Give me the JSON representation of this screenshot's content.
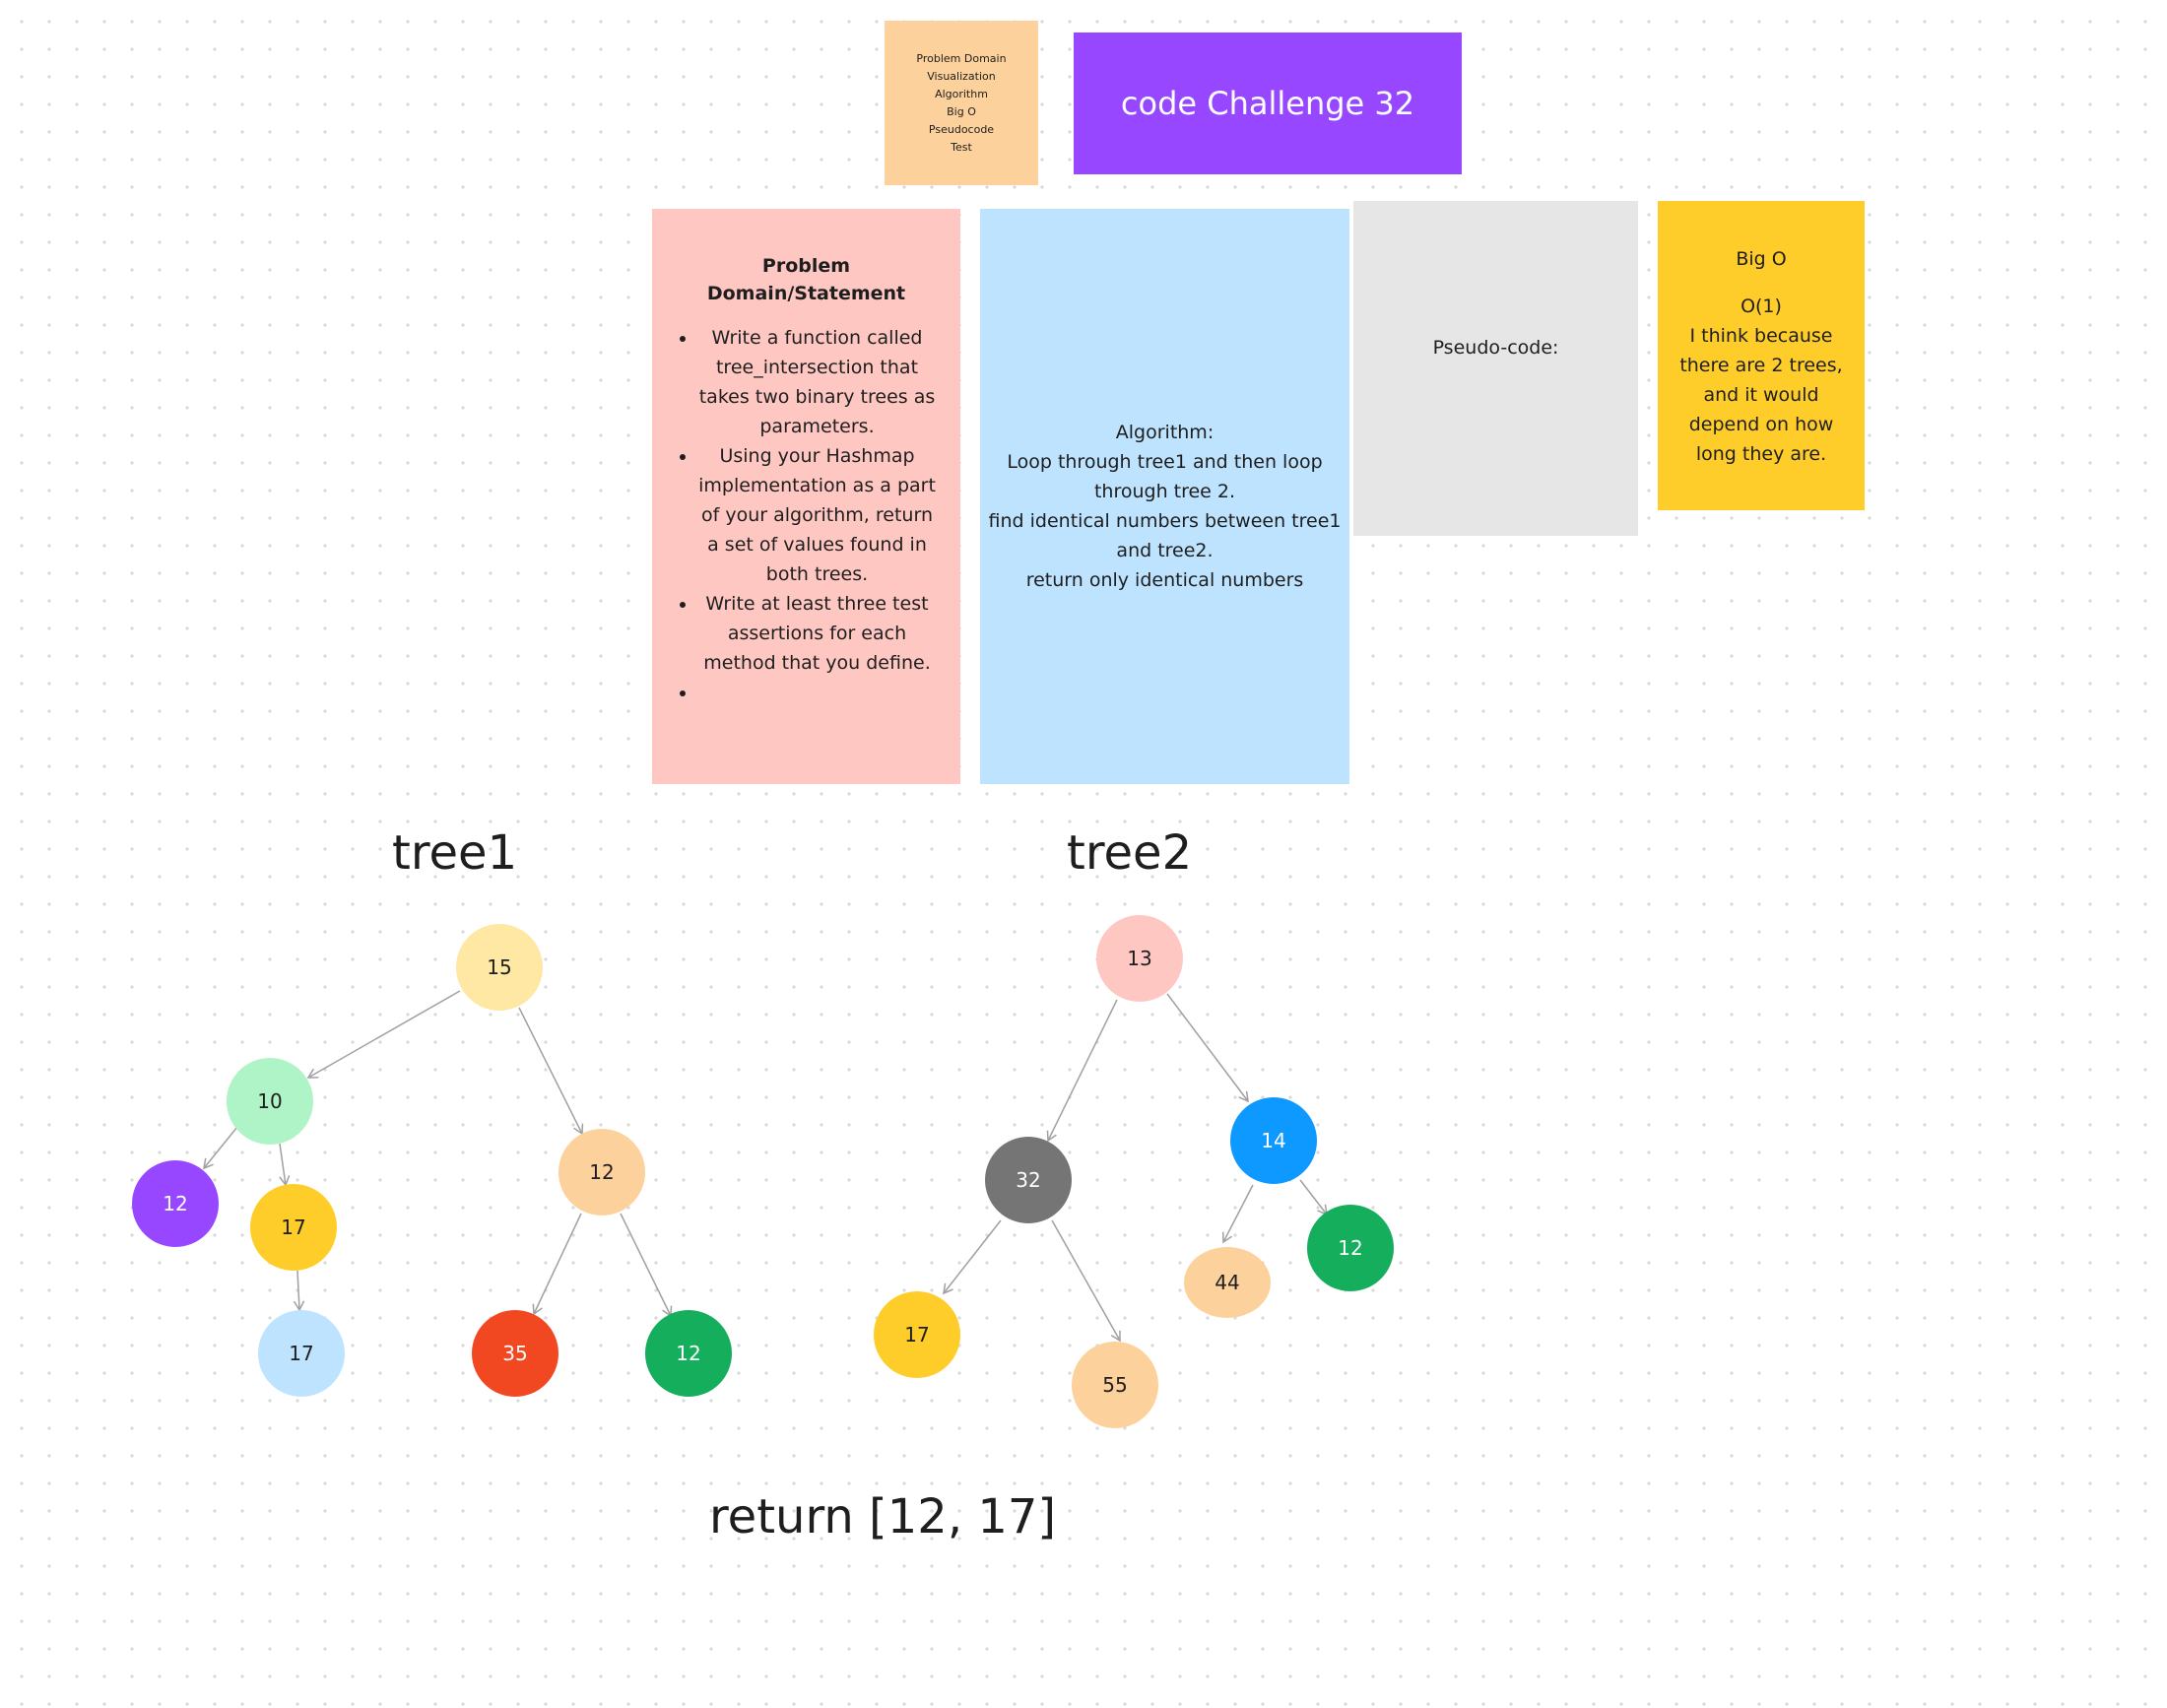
{
  "legend": {
    "items": [
      "Problem Domain",
      "Visualization",
      "Algorithm",
      "Big O",
      "Pseudocode",
      "Test"
    ]
  },
  "title": "code Challenge 32",
  "problem": {
    "heading": "Problem Domain/Statement",
    "bullets": [
      "Write a function called tree_intersection that takes two binary trees as parameters.",
      "Using your Hashmap implementation as a part of your algorithm, return a set of values found in both trees.",
      "Write at least three test assertions for each method that you define.",
      ""
    ]
  },
  "algorithm": {
    "lines": [
      "Algorithm:",
      "Loop through tree1 and then loop",
      "through tree 2.",
      "find identical numbers between tree1",
      "and tree2.",
      "return only identical numbers"
    ]
  },
  "pseudocode": {
    "label": "Pseudo-code:"
  },
  "bigo": {
    "title": "Big O",
    "value": "O(1)",
    "note": "I think because there are 2 trees, and it would depend on how long they are."
  },
  "trees": {
    "tree1": {
      "label": "tree1",
      "nodes": [
        {
          "id": "t1-root",
          "value": "15",
          "color": "#ffe8a3"
        },
        {
          "id": "t1-l",
          "value": "10",
          "color": "#aff4c6"
        },
        {
          "id": "t1-ll",
          "value": "12",
          "color": "#9747ff"
        },
        {
          "id": "t1-lr",
          "value": "17",
          "color": "#ffcd29"
        },
        {
          "id": "t1-lrr",
          "value": "17",
          "color": "#bde3ff"
        },
        {
          "id": "t1-r",
          "value": "12",
          "color": "#fcd19c"
        },
        {
          "id": "t1-rl",
          "value": "35",
          "color": "#f24822"
        },
        {
          "id": "t1-rr",
          "value": "12",
          "color": "#14ae5c"
        }
      ]
    },
    "tree2": {
      "label": "tree2",
      "nodes": [
        {
          "id": "t2-root",
          "value": "13",
          "color": "#ffc7c2"
        },
        {
          "id": "t2-l",
          "value": "32",
          "color": "#757575"
        },
        {
          "id": "t2-ll",
          "value": "17",
          "color": "#ffcd29"
        },
        {
          "id": "t2-lr",
          "value": "55",
          "color": "#fcd19c"
        },
        {
          "id": "t2-r",
          "value": "14",
          "color": "#0d99ff"
        },
        {
          "id": "t2-rl",
          "value": "44",
          "color": "#fcd19c"
        },
        {
          "id": "t2-rr",
          "value": "12",
          "color": "#14ae5c"
        }
      ]
    }
  },
  "result": "return [12, 17]"
}
